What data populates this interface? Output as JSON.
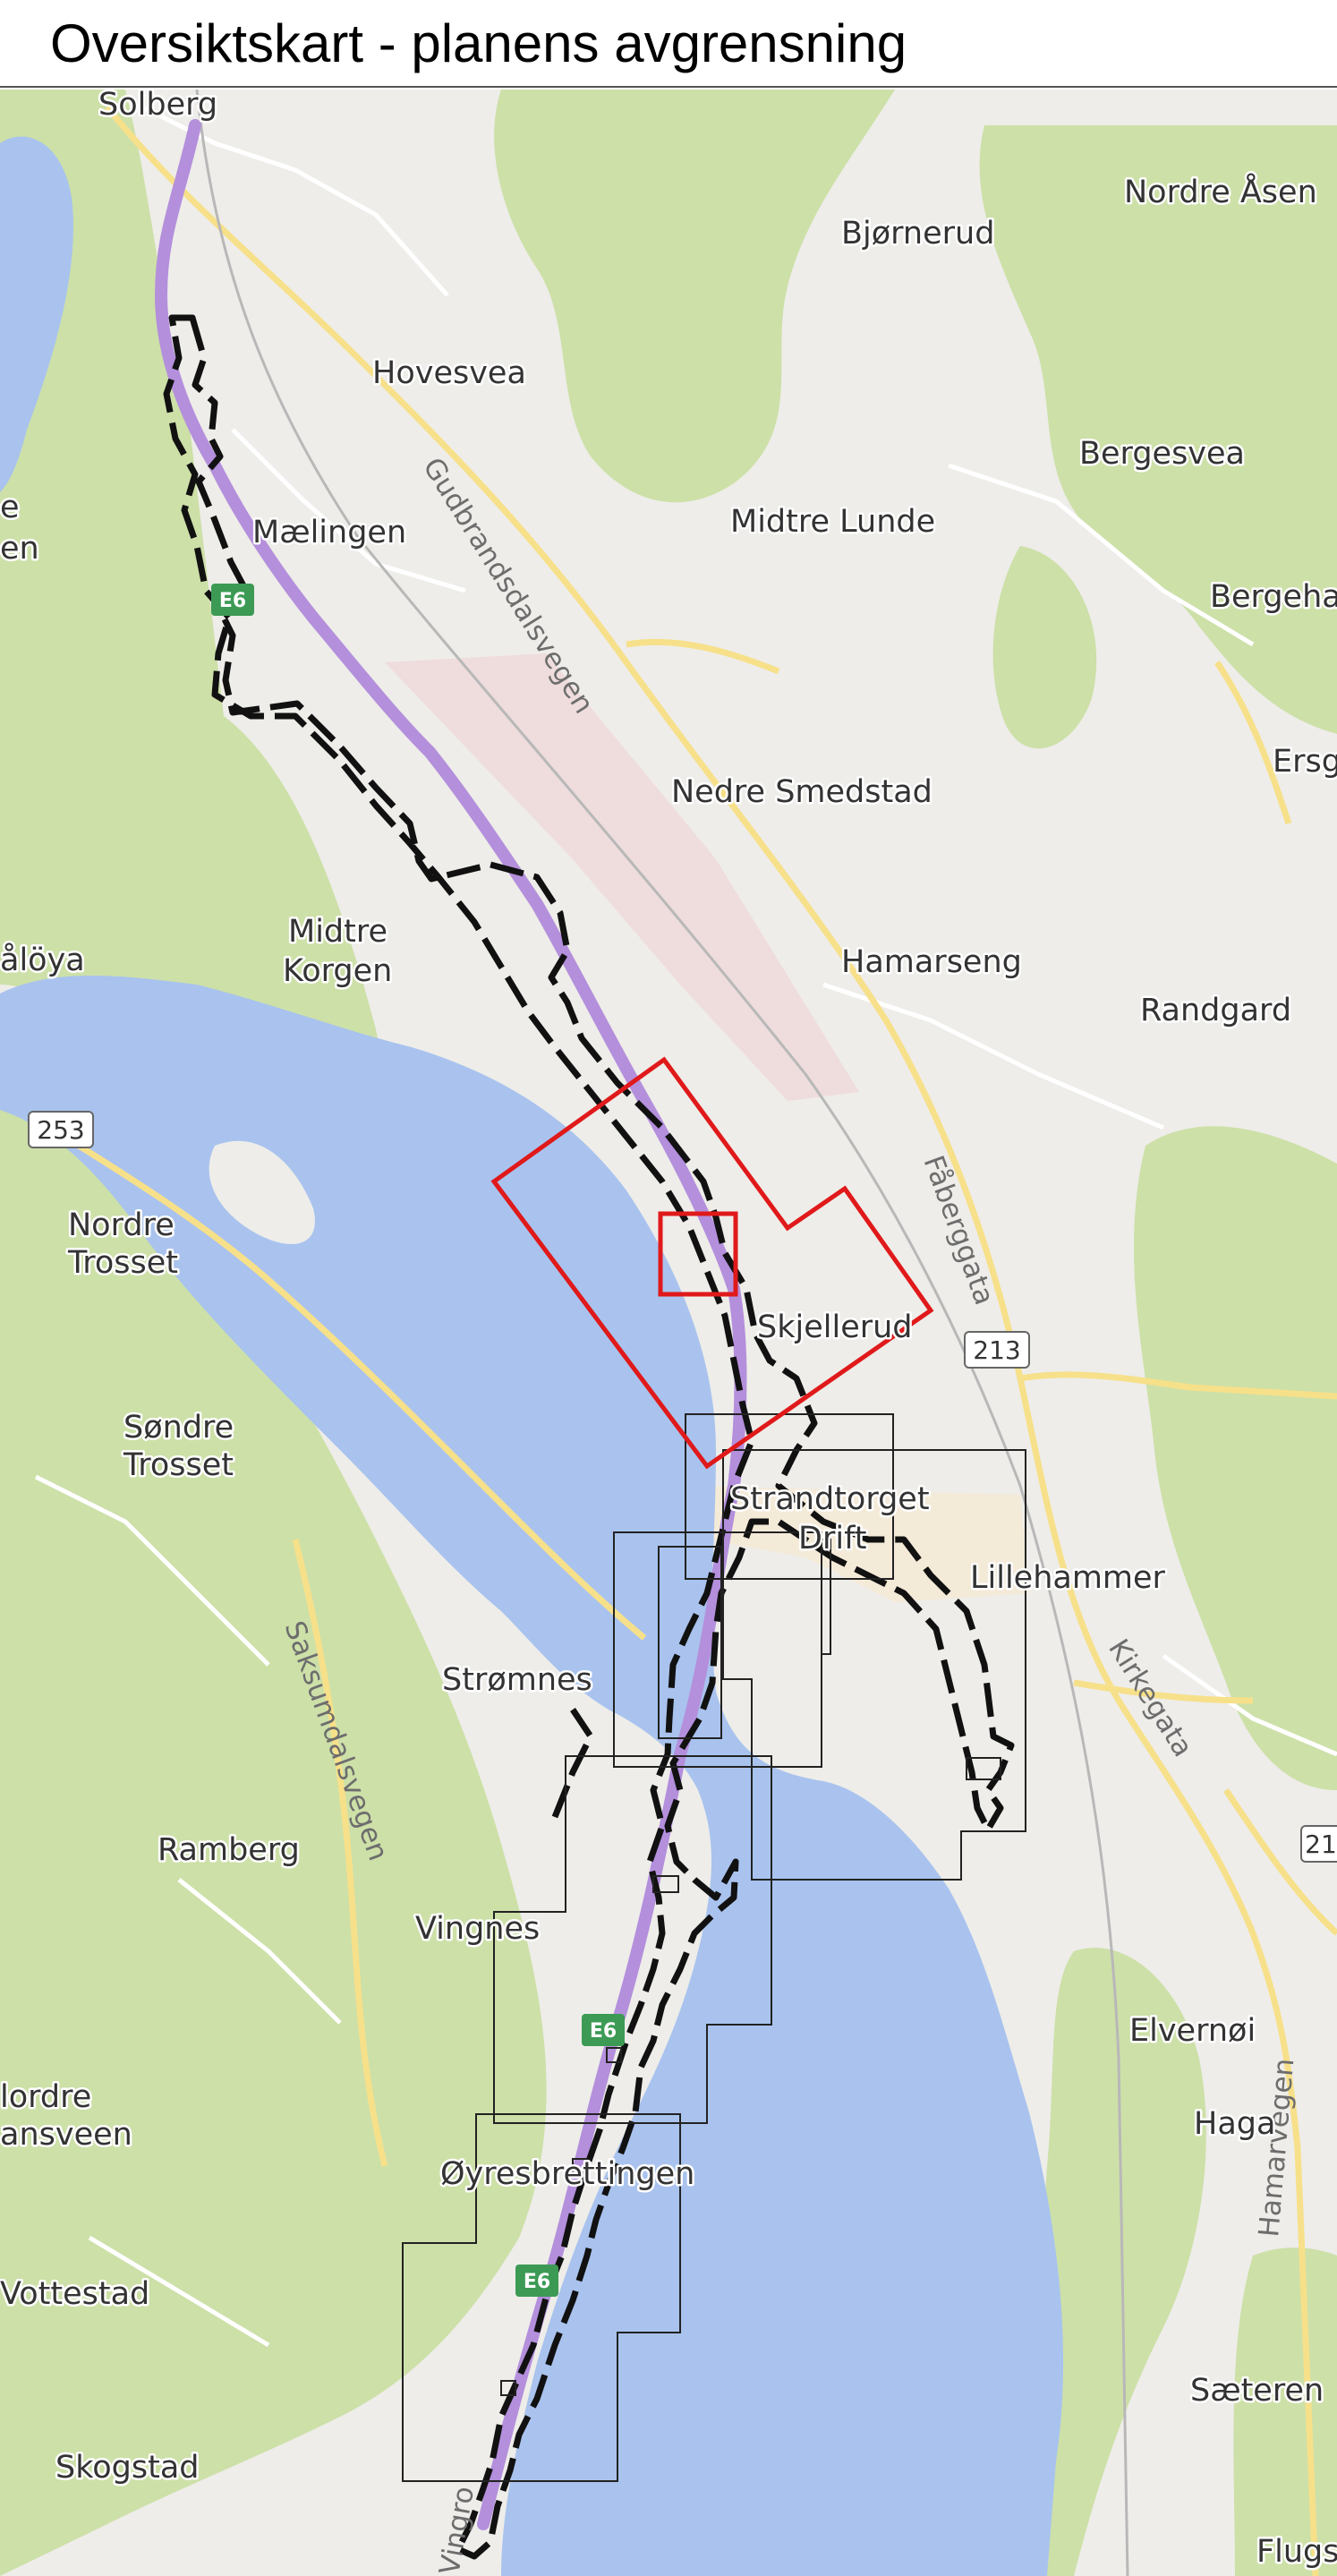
{
  "title": "Oversiktskart - planens avgrensning",
  "colors": {
    "water": "#a9c3ee",
    "forest": "#cde0a8",
    "land": "#eeede9",
    "road_main": "#f7e08a",
    "route_e6": "#b48fdc",
    "plan_boundary": "#111111",
    "red_frame": "#e0191a"
  },
  "places": [
    "Solberg",
    "Nordre Åsen",
    "Bjørnerud",
    "Hovesvea",
    "Bergesvea",
    "Mælingen",
    "Midtre Lunde",
    "Bergeha",
    "Ersg",
    "Nedre Smedstad",
    "Midtre",
    "Korgen",
    "Hamarseng",
    "Randgard",
    "Nordre",
    "Trosset",
    "Skjellerud",
    "Søndre",
    "Trosset",
    "Strandtorget",
    "Drift",
    "Lillehammer",
    "Strømnes",
    "Ramberg",
    "Vingnes",
    "Elvernøi",
    "Haga",
    "Øyresbrettingen",
    "Vottestad",
    "Sæteren",
    "Skogstad",
    "Flugs",
    "ålöya",
    "e",
    "en",
    "lordre",
    "ansveen"
  ],
  "roads": [
    "Gudbrandsdalsvegen",
    "Fåberggata",
    "Kirkegata",
    "Saksumdalsvegen",
    "Hamarvegen",
    "Vingro"
  ],
  "shields": [
    "253",
    "213",
    "21",
    "E6",
    "E6",
    "E6"
  ]
}
